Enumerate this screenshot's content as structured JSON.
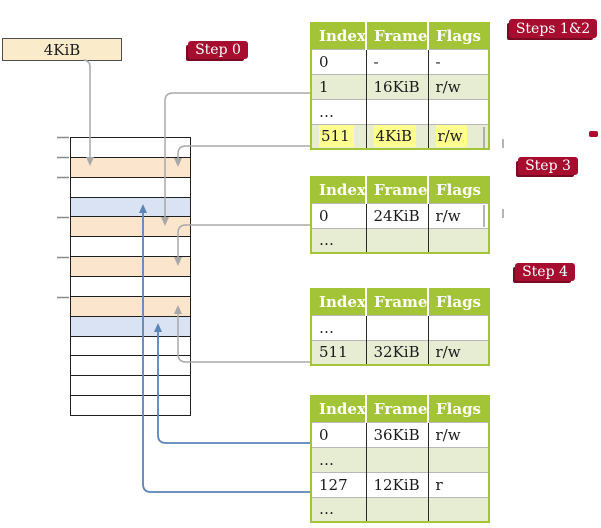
{
  "frame_box": {
    "label": "4KiB"
  },
  "badges": {
    "step0": {
      "label": "Step 0"
    },
    "steps12": {
      "label": "Steps 1&2"
    },
    "step3": {
      "label": "Step 3"
    },
    "step4": {
      "label": "Step 4"
    }
  },
  "memory": {
    "row_types": [
      "plain",
      "table",
      "plain",
      "page",
      "table",
      "plain",
      "table",
      "plain",
      "table",
      "page",
      "plain",
      "plain",
      "plain",
      "plain"
    ]
  },
  "tables": [
    {
      "columns": [
        "Index",
        "Frame",
        "Flags"
      ],
      "rows": [
        {
          "cells": [
            "0",
            "-",
            "-"
          ],
          "highlighted": false
        },
        {
          "cells": [
            "1",
            "16KiB",
            "r/w"
          ],
          "highlighted": false
        },
        {
          "cells": [
            "…",
            "",
            ""
          ],
          "highlighted": false
        },
        {
          "cells": [
            "511",
            "4KiB",
            "r/w"
          ],
          "highlighted": true
        }
      ]
    },
    {
      "columns": [
        "Index",
        "Frame",
        "Flags"
      ],
      "rows": [
        {
          "cells": [
            "0",
            "24KiB",
            "r/w"
          ],
          "highlighted": false
        },
        {
          "cells": [
            "…",
            "",
            ""
          ],
          "highlighted": false
        }
      ]
    },
    {
      "columns": [
        "Index",
        "Frame",
        "Flags"
      ],
      "rows": [
        {
          "cells": [
            "…",
            "",
            ""
          ],
          "highlighted": false
        },
        {
          "cells": [
            "511",
            "32KiB",
            "r/w"
          ],
          "highlighted": false
        }
      ]
    },
    {
      "columns": [
        "Index",
        "Frame",
        "Flags"
      ],
      "rows": [
        {
          "cells": [
            "0",
            "36KiB",
            "r/w"
          ],
          "highlighted": false
        },
        {
          "cells": [
            "…",
            "",
            ""
          ],
          "highlighted": false
        },
        {
          "cells": [
            "127",
            "12KiB",
            "r"
          ],
          "highlighted": false
        },
        {
          "cells": [
            "…",
            "",
            ""
          ],
          "highlighted": false
        }
      ]
    }
  ],
  "colors": {
    "table_header_green": "#a4c437",
    "shaded_row_green": "#e6edd2",
    "frame_table_peach": "#fce5cd",
    "frame_page_blue": "#dae3f3",
    "label_box_cream": "#faeccb",
    "badge_red": "#a60d2f",
    "highlight_yellow": "#feff8f",
    "arrow_gray": "#a8a8a8",
    "arrow_blue": "#5b84b8"
  }
}
